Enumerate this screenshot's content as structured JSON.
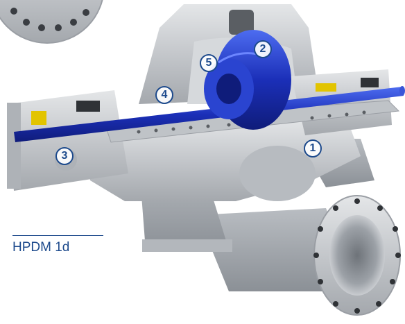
{
  "callouts": [
    {
      "id": "callout-1",
      "label": "1"
    },
    {
      "id": "callout-2",
      "label": "2"
    },
    {
      "id": "callout-3",
      "label": "3"
    },
    {
      "id": "callout-4",
      "label": "4"
    },
    {
      "id": "callout-5",
      "label": "5"
    }
  ],
  "model": {
    "label": "HPDM 1d"
  },
  "colors": {
    "accent": "#1d4a8c",
    "rotor": "#1b2fb8",
    "casing": "#c9ccd0",
    "seal": "#e2c400"
  }
}
